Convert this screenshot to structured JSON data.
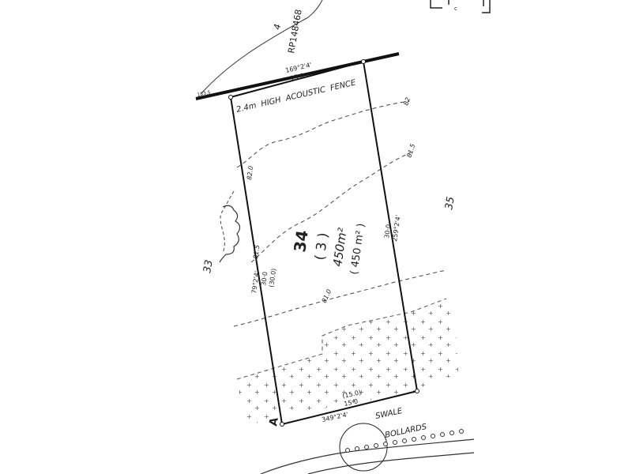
{
  "plan": {
    "top_ref": "RP148468",
    "top_lot": "4",
    "bearing_top": "169°2'4'",
    "dist_top": "15·0",
    "fence_label": "2.4m  HIGH  ACOUSTIC  FENCE",
    "contour_82": "82",
    "contour_815": "81.5",
    "contour_82_left": "82.0",
    "contour_815_left": "81.5",
    "contour_810": "81.0",
    "lot_number": "34",
    "lot_stage": "( 3 )",
    "area_main": "450m²",
    "area_sub": "( 450 m² )",
    "left_lot": "33",
    "right_lot": "35",
    "left_bearing": "79°2'4'",
    "left_dist": "30·0",
    "left_dist_orig": "(30.0)",
    "right_dist": "30·0",
    "right_bearing": "259°2'4'",
    "bottom_dist_orig": "(15.0)",
    "bottom_dist": "15·0",
    "bottom_bearing": "349°2'4'",
    "swale": "SWALE",
    "bollards": "BOLLARDS",
    "corner_a": "A",
    "small_ref": "183.5"
  }
}
